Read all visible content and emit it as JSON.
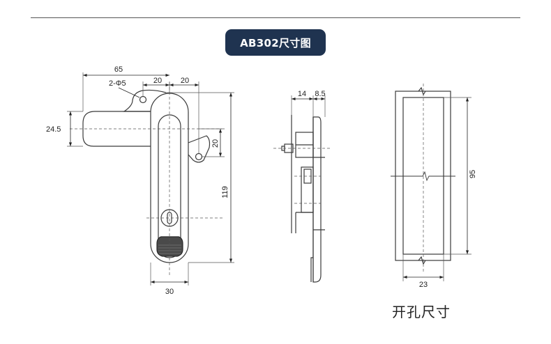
{
  "title": "AB302尺寸图",
  "colors": {
    "title_bg": "#1f3350",
    "title_text": "#ffffff",
    "line": "#3a3a3a",
    "dim": "#222222"
  },
  "front_view": {
    "dims": {
      "overall_width": "65",
      "hole_offset": "20",
      "hole_to_right": "20",
      "hole_spec": "2-Φ5",
      "arm_height": "24.5",
      "hole_spacing_vertical": "20",
      "body_height": "119",
      "body_width": "30"
    }
  },
  "side_view": {
    "dims": {
      "depth_a": "14",
      "depth_b": "8.5"
    }
  },
  "cutout_view": {
    "dims": {
      "height": "95",
      "width": "23"
    },
    "caption": "开孔尺寸"
  }
}
